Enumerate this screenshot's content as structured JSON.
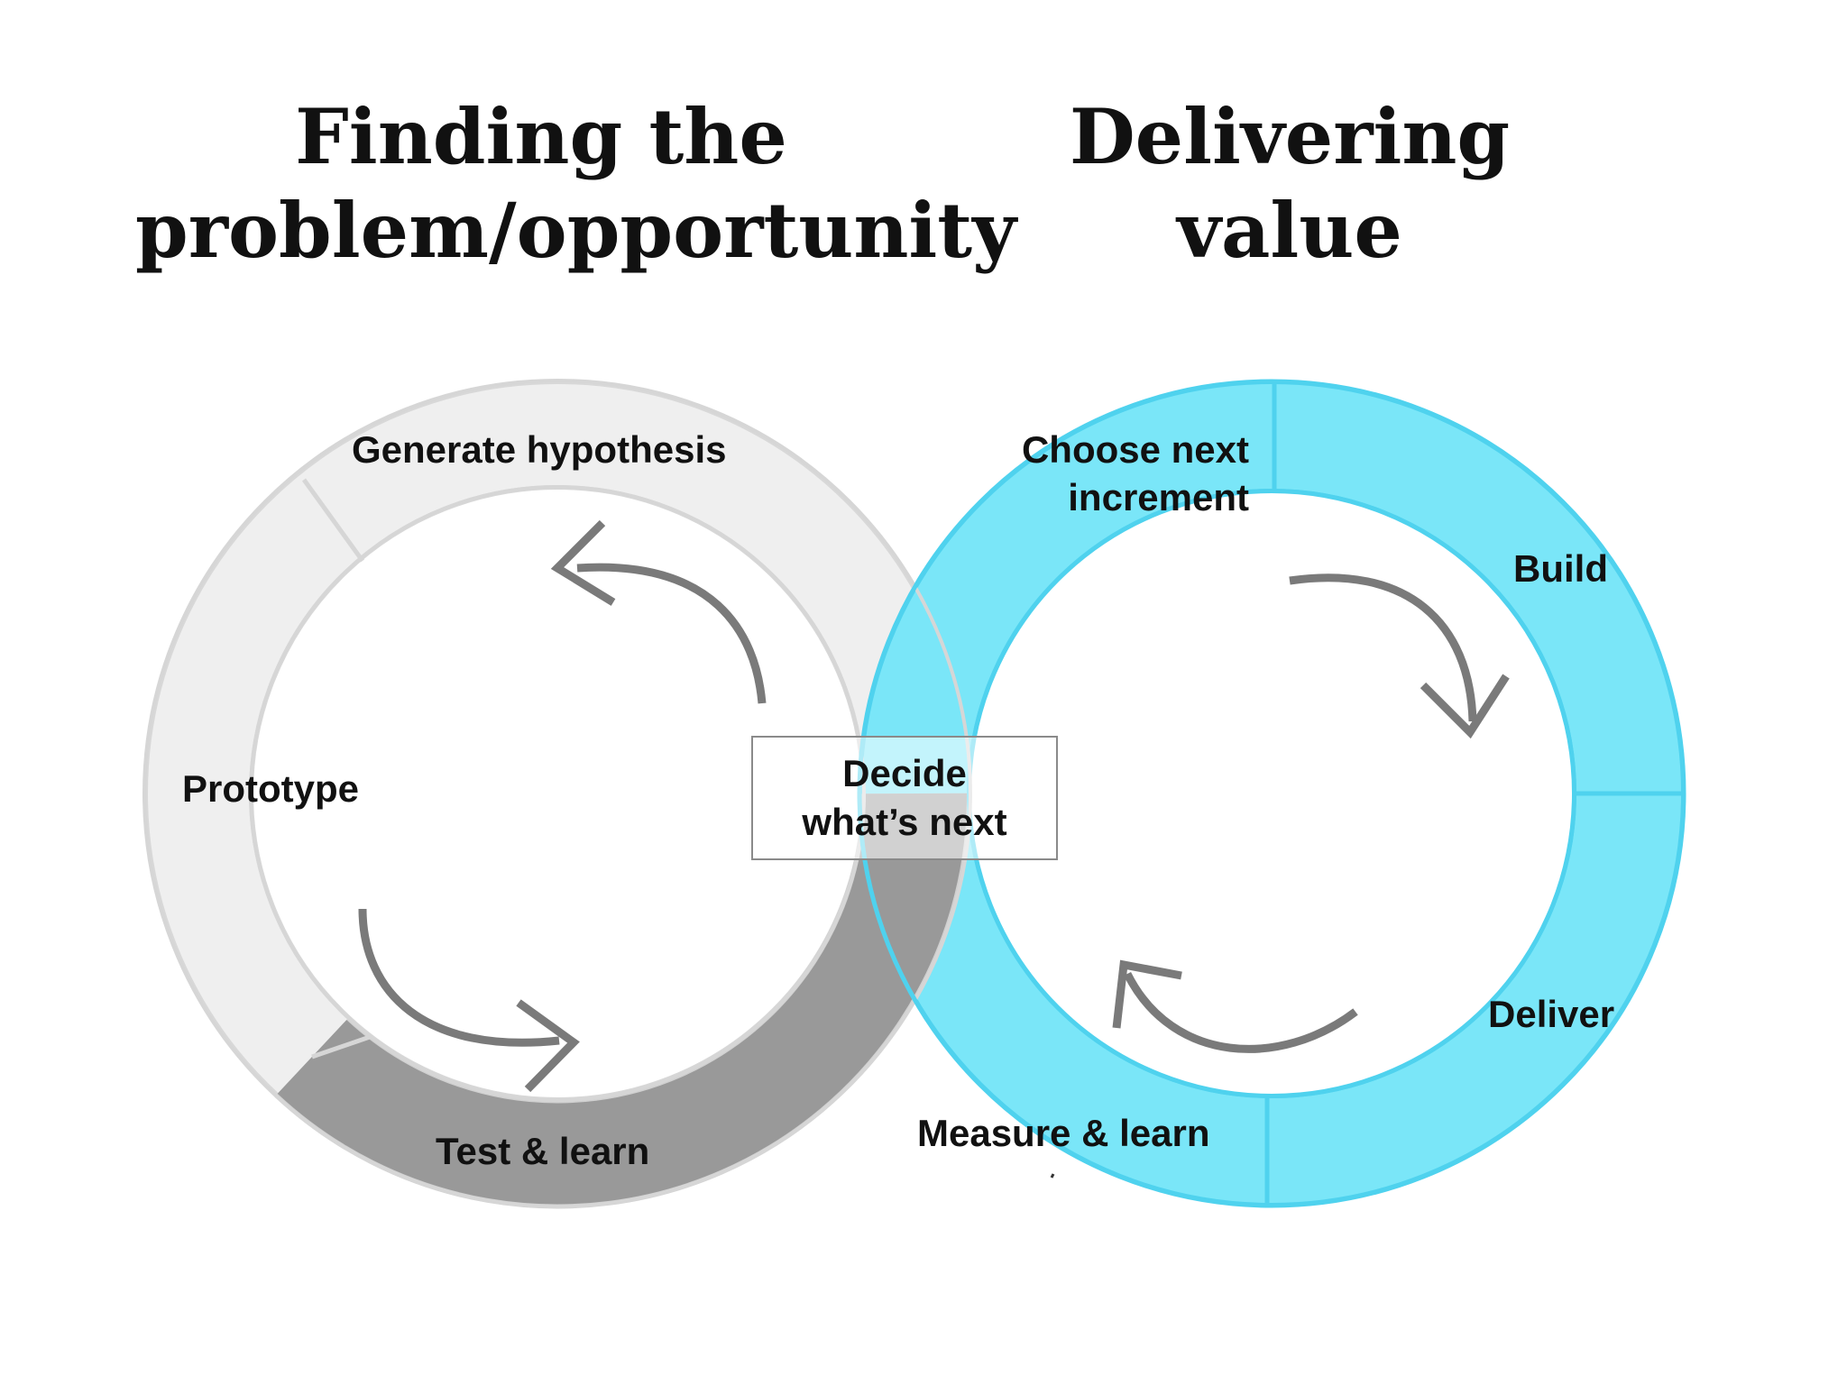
{
  "headings": {
    "left": [
      "Finding the",
      "problem/opportunity"
    ],
    "right": [
      "Delivering",
      "value"
    ]
  },
  "left_loop": {
    "labels": {
      "generate": "Generate hypothesis",
      "prototype": "Prototype",
      "test": "Test & learn"
    },
    "colors": {
      "ring": "#efefef",
      "ring_edge": "#d6d6d6",
      "highlight": "#999999",
      "arrow": "#7a7a7a"
    }
  },
  "right_loop": {
    "labels": {
      "choose": [
        "Choose next",
        "increment"
      ],
      "build": "Build",
      "deliver": "Deliver",
      "measure": "Measure & learn"
    },
    "colors": {
      "ring": "#7ae6f8",
      "ring_edge": "#4fd2ee",
      "arrow": "#7a7a7a"
    }
  },
  "center": {
    "label": [
      "Decide",
      "what’s next"
    ]
  }
}
